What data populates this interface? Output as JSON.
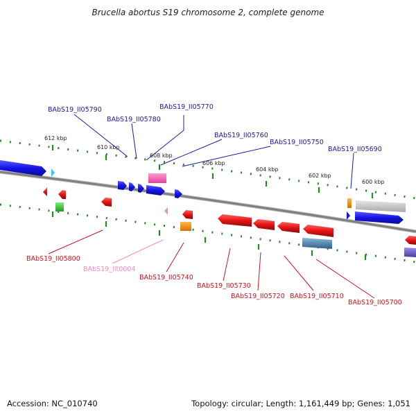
{
  "title": "Brucella abortus S19 chromosome 2, complete genome",
  "footer": {
    "accession": "Accession: NC_010740",
    "summary": "Topology: circular; Length: 1,161,449 bp; Genes: 1,051"
  },
  "scale_labels": [
    "612 kbp",
    "610 kbp",
    "608 kbp",
    "606 kbp",
    "604 kbp",
    "602 kbp",
    "600 kbp"
  ],
  "forward_labels": [
    "BAbS19_II05790",
    "BAbS19_II05780",
    "BAbS19_II05770",
    "BAbS19_II05760",
    "BAbS19_II05750",
    "BAbS19_II05690"
  ],
  "reverse_labels": [
    "BAbS19_II05800",
    "BAbS19_IIt0004",
    "BAbS19_II05740",
    "BAbS19_II05730",
    "BAbS19_II05720",
    "BAbS19_II05710",
    "BAbS19_II05700"
  ],
  "colors": {
    "forward_cds": "#1414e6",
    "reverse_cds": "#e61414",
    "backbone": "#808080",
    "tick": "#1f8a1f",
    "trna": "#f28cb8",
    "rrna": "#ff69b4",
    "misc": "#ff8c00",
    "green": "#32cd32",
    "grey": "#c0c0c0",
    "steel": "#4682b4",
    "cyan": "#40c0ff",
    "slate": "#6a5acd"
  }
}
